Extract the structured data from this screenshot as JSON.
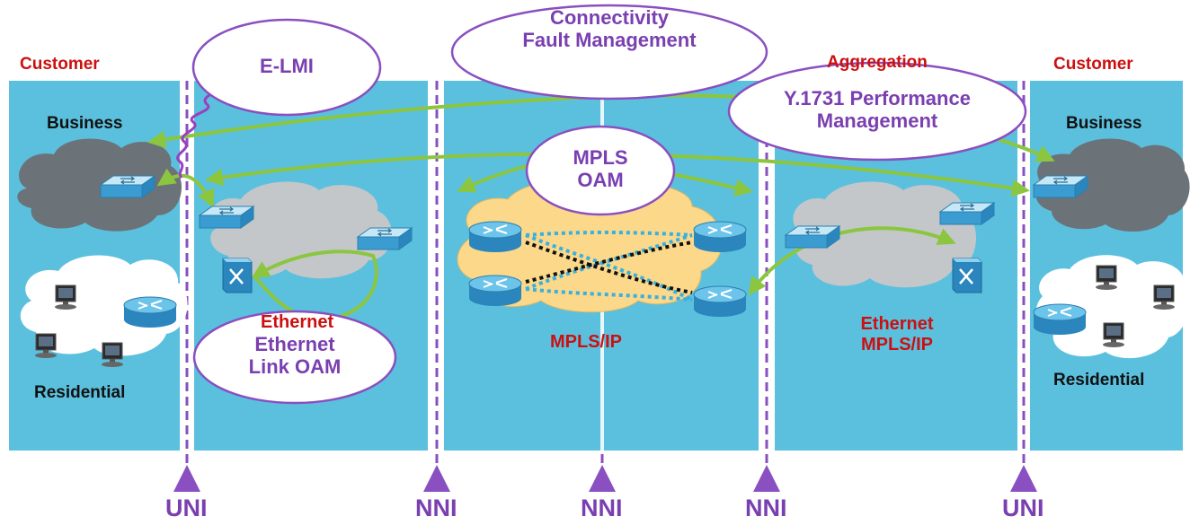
{
  "labels": {
    "customer_left": "Customer",
    "customer_right": "Customer",
    "aggregation_partial": "Aggregation",
    "business_left": "Business",
    "business_right": "Business",
    "residential_left": "Residential",
    "residential_right": "Residential",
    "mpls_ip_core": "MPLS/IP",
    "ethernet_mpls_ip": "Ethernet\nMPLS/IP",
    "ethernet_partial": "Ethernet"
  },
  "bubbles": {
    "elmi": "E-LMI",
    "cfm": "Connectivity\nFault Management",
    "y1731": "Y.1731 Performance\nManagement",
    "mpls_oam": "MPLS\nOAM",
    "eth_link_oam": "Ethernet\nLink OAM"
  },
  "interfaces": [
    "UNI",
    "NNI",
    "NNI",
    "NNI",
    "UNI"
  ],
  "colors": {
    "panel": "#5bc0de",
    "gap": "#ffffff",
    "interface": "#8a4fc0",
    "bubble_text": "#7a3fb0",
    "arrow": "#8cc63f",
    "title_red": "#cc1010",
    "core_cloud": "#fbd88a"
  },
  "icons": [
    "switch-icon",
    "router-icon",
    "multilayer-switch-icon",
    "computer-icon",
    "cloud-icon"
  ]
}
